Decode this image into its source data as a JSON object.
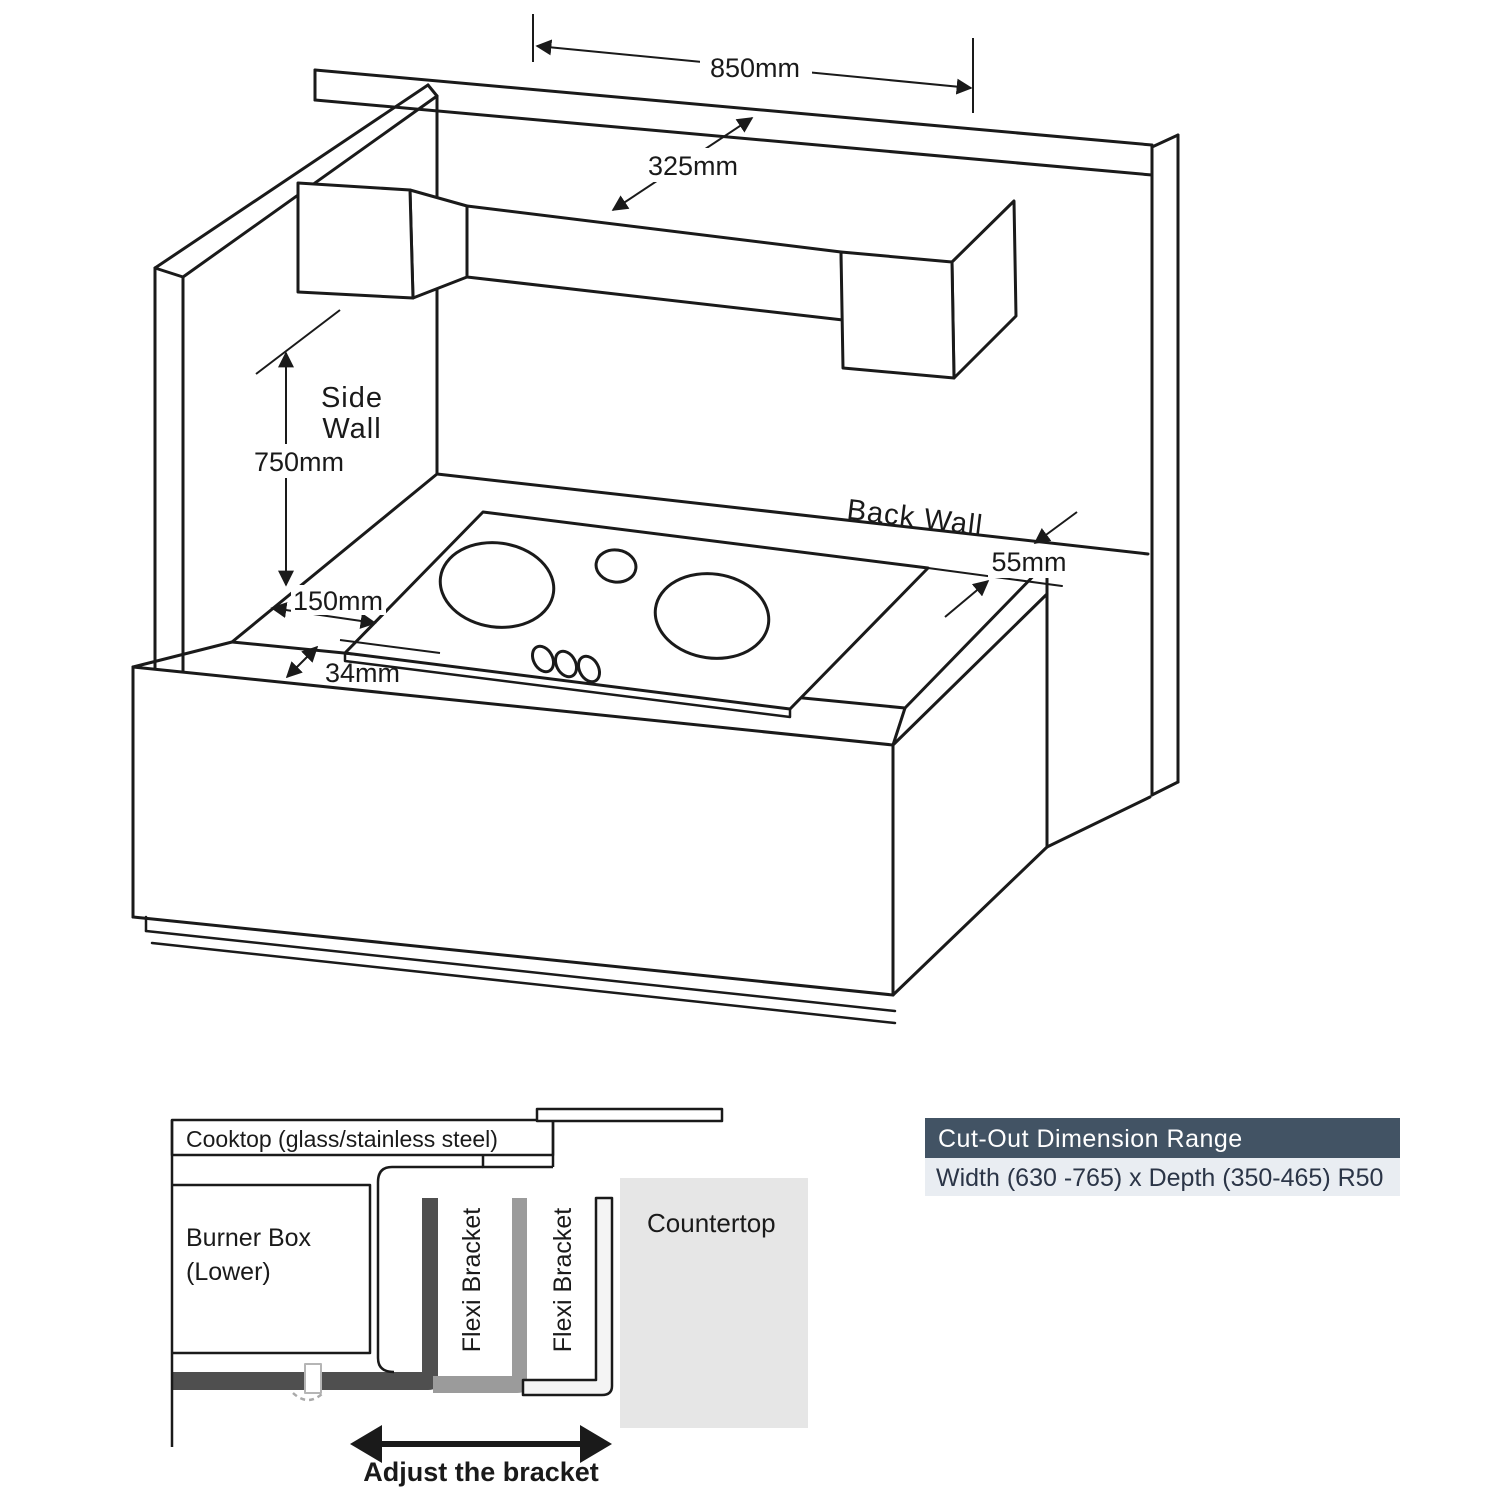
{
  "installation_diagram": {
    "dims": {
      "width_850": "850mm",
      "depth_325": "325mm",
      "height_750": "750mm",
      "side_150": "150mm",
      "front_34": "34mm",
      "back_55": "55mm"
    },
    "labels": {
      "side_wall_line1": "Side",
      "side_wall_line2": "Wall",
      "back_wall": "Back Wall"
    }
  },
  "cross_section": {
    "cooktop": "Cooktop (glass/stainless steel)",
    "burner_box_line1": "Burner Box",
    "burner_box_line2": "(Lower)",
    "bracket_1": "Flexi Bracket",
    "bracket_2": "Flexi Bracket",
    "countertop": "Countertop",
    "adjust": "Adjust the bracket"
  },
  "cutout_table": {
    "header": "Cut-Out Dimension Range",
    "value": "Width (630 -765) x Depth (350-465) R50"
  },
  "colors": {
    "line": "#1a1a1a",
    "table_header_bg": "#425364",
    "table_row_bg": "#e9edf2",
    "bracket_dark": "#4f4f4f",
    "bracket_mid": "#9b9b9b",
    "countertop_gray": "#e6e6e6"
  }
}
